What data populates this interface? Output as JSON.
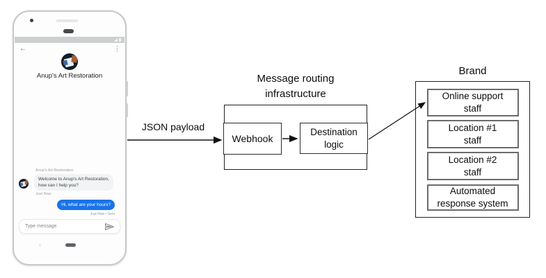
{
  "phone": {
    "header": {
      "title": "Anup's Art Restoration"
    },
    "conversation": {
      "sender_label": "Anup's Art Restoration",
      "incoming_message": "Welcome to Anup's Art Restoration,\nhow can I help you?",
      "incoming_timestamp": "Just Now",
      "outgoing_message": "Hi, what are your hours?",
      "outgoing_timestamp": "Just Now • Sent"
    },
    "composer": {
      "placeholder": "Type message"
    },
    "icons": {
      "back": "back-arrow-icon",
      "menu": "overflow-menu-icon",
      "send": "send-icon",
      "nav_back": "nav-back-icon",
      "nav_home": "nav-home-icon"
    }
  },
  "diagram": {
    "payload_arrow_label": "JSON payload",
    "routing": {
      "title": "Message routing\ninfrastructure",
      "webhook_label": "Webhook",
      "destination_label": "Destination\nlogic"
    },
    "brand": {
      "title": "Brand",
      "boxes": [
        "Online support\nstaff",
        "Location #1\nstaff",
        "Location #2\nstaff",
        "Automated\nresponse system"
      ]
    }
  },
  "colors": {
    "outgoing_bubble": "#1a73e8",
    "incoming_bubble": "#f1f3f4",
    "box_border": "#1f1f1f",
    "phone_border": "#c5c7c9"
  }
}
